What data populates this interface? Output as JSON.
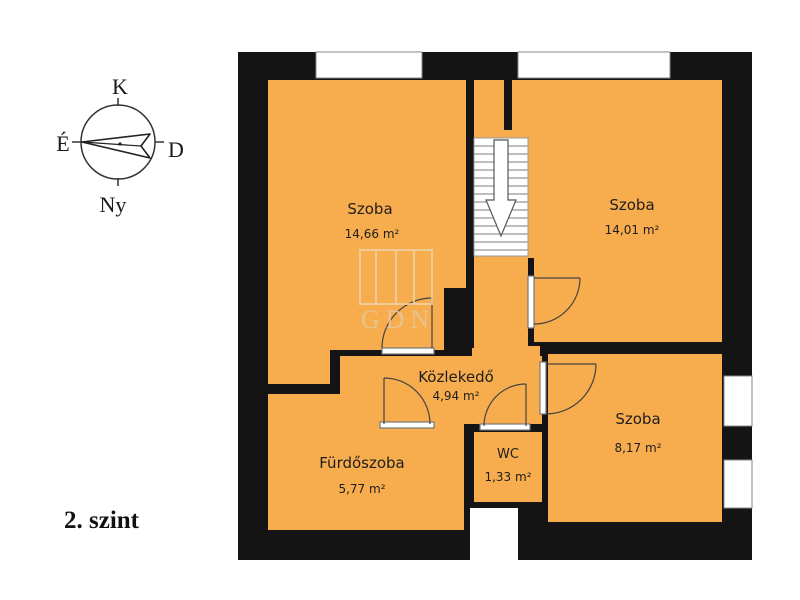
{
  "compass": {
    "north": "K",
    "west": "É",
    "east": "D",
    "south": "Ny"
  },
  "level_label": "2. szint",
  "watermark": "GDN",
  "rooms": [
    {
      "id": "szoba-1",
      "name": "Szoba",
      "area": "14,66 m²"
    },
    {
      "id": "szoba-2",
      "name": "Szoba",
      "area": "14,01 m²"
    },
    {
      "id": "kozlekedo",
      "name": "Közlekedő",
      "area": "4,94 m²"
    },
    {
      "id": "szoba-3",
      "name": "Szoba",
      "area": "8,17 m²"
    },
    {
      "id": "furdoszoba",
      "name": "Fürdőszoba",
      "area": "5,77 m²"
    },
    {
      "id": "wc",
      "name": "WC",
      "area": "1,33 m²"
    }
  ],
  "colors": {
    "floor": "#F7AC4D",
    "wall": "#141414",
    "window": "#FFFFFF",
    "background": "#FFFFFF"
  }
}
